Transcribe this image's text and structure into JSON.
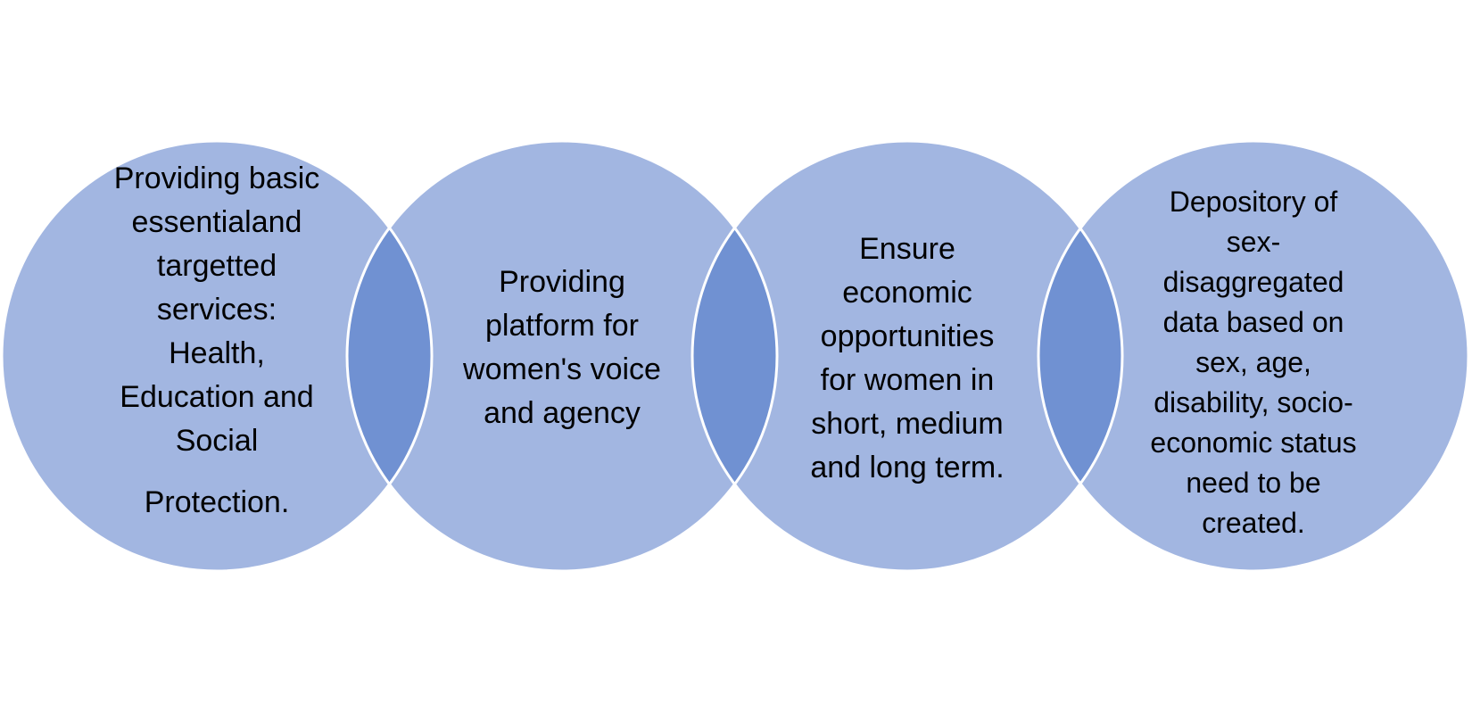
{
  "diagram": {
    "type": "linked-circles",
    "colors": {
      "circle_fill": "#a2b6e1",
      "overlap_fill": "#7091d2",
      "outline": "#ffffff",
      "text": "#000000"
    },
    "circles": [
      {
        "lines": [
          "Providing basic",
          "essentialand",
          "targetted",
          "services:",
          "Health,",
          "Education and",
          "Social",
          "Protection."
        ]
      },
      {
        "lines": [
          "Providing",
          "platform for",
          "women's voice",
          "and agency"
        ]
      },
      {
        "lines": [
          "Ensure",
          "economic",
          "opportunities",
          "for women in",
          "short, medium",
          "and long term."
        ]
      },
      {
        "lines": [
          "Depository of",
          "sex-",
          "disaggregated",
          "data based on",
          "sex, age,",
          "disability, socio-",
          "economic status",
          "need to be",
          "created."
        ]
      }
    ]
  }
}
